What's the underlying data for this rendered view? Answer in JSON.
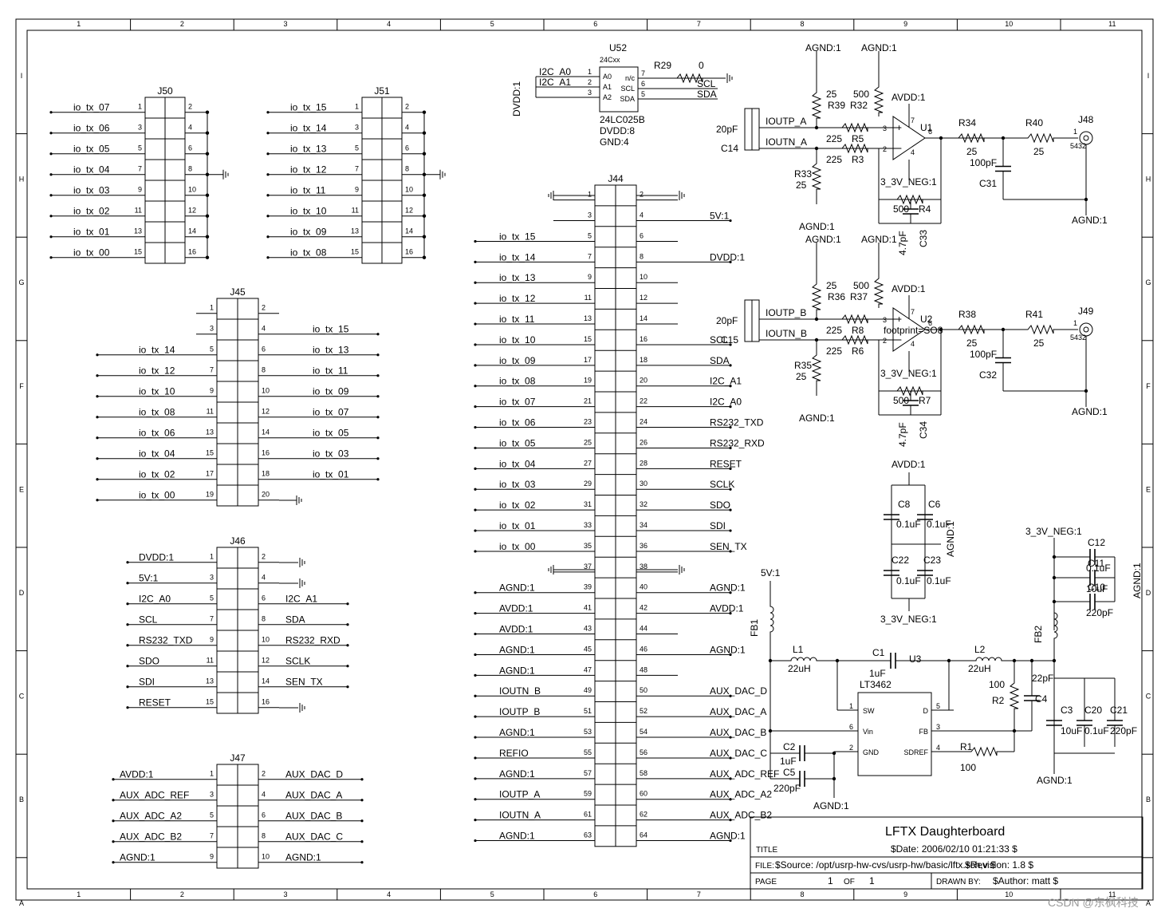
{
  "sheet": {
    "columns": [
      "1",
      "2",
      "3",
      "4",
      "5",
      "6",
      "7",
      "8",
      "9",
      "10",
      "11"
    ],
    "rows": [
      "I",
      "H",
      "G",
      "F",
      "E",
      "D",
      "C",
      "B",
      "A"
    ]
  },
  "title_block": {
    "title_caption": "TITLE",
    "board_name": "LFTX Daughterboard",
    "date": "$Date: 2006/02/10 01:21:33 $",
    "file_caption": "FILE:",
    "source": "$Source: /opt/usrp-hw-cvs/usrp-hw/basic/lftx.sch,v $",
    "revision": "$Revision: 1.8 $",
    "page_caption": "PAGE",
    "page": "1",
    "of_caption": "OF",
    "of": "1",
    "drawn_caption": "DRAWN BY:",
    "author": "$Author: matt $"
  },
  "watermark": "CSDN @东枫科技",
  "j50": {
    "name": "J50",
    "left_pins": [
      "1",
      "3",
      "5",
      "7",
      "9",
      "11",
      "13",
      "15"
    ],
    "right_pins": [
      "2",
      "4",
      "6",
      "8",
      "10",
      "12",
      "14",
      "16"
    ],
    "left_nets": [
      "io_tx_07",
      "io_tx_06",
      "io_tx_05",
      "io_tx_04",
      "io_tx_03",
      "io_tx_02",
      "io_tx_01",
      "io_tx_00"
    ]
  },
  "j51": {
    "name": "J51",
    "left_pins": [
      "1",
      "3",
      "5",
      "7",
      "9",
      "11",
      "13",
      "15"
    ],
    "right_pins": [
      "2",
      "4",
      "6",
      "8",
      "10",
      "12",
      "14",
      "16"
    ],
    "left_nets": [
      "io_tx_15",
      "io_tx_14",
      "io_tx_13",
      "io_tx_12",
      "io_tx_11",
      "io_tx_10",
      "io_tx_09",
      "io_tx_08"
    ]
  },
  "j45": {
    "name": "J45",
    "left_pins": [
      "1",
      "3",
      "5",
      "7",
      "9",
      "11",
      "13",
      "15",
      "17",
      "19"
    ],
    "right_pins": [
      "2",
      "4",
      "6",
      "8",
      "10",
      "12",
      "14",
      "16",
      "18",
      "20"
    ],
    "left_nets": [
      "",
      "",
      "io_tx_14",
      "io_tx_12",
      "io_tx_10",
      "io_tx_08",
      "io_tx_06",
      "io_tx_04",
      "io_tx_02",
      "io_tx_00"
    ],
    "right_nets": [
      "",
      "io_tx_15",
      "io_tx_13",
      "io_tx_11",
      "io_tx_09",
      "io_tx_07",
      "io_tx_05",
      "io_tx_03",
      "io_tx_01",
      ""
    ]
  },
  "j46": {
    "name": "J46",
    "left_pins": [
      "1",
      "3",
      "5",
      "7",
      "9",
      "11",
      "13",
      "15"
    ],
    "right_pins": [
      "2",
      "4",
      "6",
      "8",
      "10",
      "12",
      "14",
      "16"
    ],
    "left_nets": [
      "DVDD:1",
      "5V:1",
      "I2C_A0",
      "SCL",
      "RS232_TXD",
      "SDO",
      "SDI",
      "RESET"
    ],
    "right_nets": [
      "",
      "",
      "I2C_A1",
      "SDA",
      "RS232_RXD",
      "SCLK",
      "SEN_TX",
      ""
    ]
  },
  "j47": {
    "name": "J47",
    "left_pins": [
      "1",
      "3",
      "5",
      "7",
      "9"
    ],
    "right_pins": [
      "2",
      "4",
      "6",
      "8",
      "10"
    ],
    "left_nets": [
      "AVDD:1",
      "AUX_ADC_REF",
      "AUX_ADC_A2",
      "AUX_ADC_B2",
      "AGND:1"
    ],
    "right_nets": [
      "AUX_DAC_D",
      "AUX_DAC_A",
      "AUX_DAC_B",
      "AUX_DAC_C",
      "AGND:1"
    ]
  },
  "j44": {
    "name": "J44",
    "left_pins": [
      "1",
      "3",
      "5",
      "7",
      "9",
      "11",
      "13",
      "15",
      "17",
      "19",
      "21",
      "23",
      "25",
      "27",
      "29",
      "31",
      "33",
      "35",
      "37",
      "39",
      "41",
      "43",
      "45",
      "47",
      "49",
      "51",
      "53",
      "55",
      "57",
      "59",
      "61",
      "63"
    ],
    "right_pins": [
      "2",
      "4",
      "6",
      "8",
      "10",
      "12",
      "14",
      "16",
      "18",
      "20",
      "22",
      "24",
      "26",
      "28",
      "30",
      "32",
      "34",
      "36",
      "38",
      "40",
      "42",
      "44",
      "46",
      "48",
      "50",
      "52",
      "54",
      "56",
      "58",
      "60",
      "62",
      "64"
    ],
    "left_nets": [
      "",
      "",
      "io_tx_15",
      "io_tx_14",
      "io_tx_13",
      "io_tx_12",
      "io_tx_11",
      "io_tx_10",
      "io_tx_09",
      "io_tx_08",
      "io_tx_07",
      "io_tx_06",
      "io_tx_05",
      "io_tx_04",
      "io_tx_03",
      "io_tx_02",
      "io_tx_01",
      "io_tx_00",
      "",
      "AGND:1",
      "AVDD:1",
      "AVDD:1",
      "AGND:1",
      "AGND:1",
      "IOUTN_B",
      "IOUTP_B",
      "AGND:1",
      "REFIO",
      "AGND:1",
      "IOUTP_A",
      "IOUTN_A",
      "AGND:1"
    ],
    "right_nets": [
      "",
      "5V:1",
      "",
      "DVDD:1",
      "",
      "",
      "",
      "SCL",
      "SDA",
      "I2C_A1",
      "I2C_A0",
      "RS232_TXD",
      "RS232_RXD",
      "RESET",
      "SCLK",
      "SDO",
      "SDI",
      "SEN_TX",
      "",
      "AGND:1",
      "AVDD:1",
      "",
      "AGND:1",
      "",
      "AUX_DAC_D",
      "AUX_DAC_A",
      "AUX_DAC_B",
      "AUX_DAC_C",
      "AUX_ADC_REF",
      "AUX_ADC_A2",
      "AUX_ADC_B2",
      "AGND:1"
    ]
  },
  "u52": {
    "ref": "U52",
    "part": "24Cxx",
    "part_number": "24LC025B",
    "power1": "DVDD:8",
    "power2": "GND:4",
    "pins_left": [
      [
        "1",
        "A0",
        "I2C_A0"
      ],
      [
        "2",
        "A1",
        "I2C_A1"
      ],
      [
        "3",
        "A2",
        ""
      ]
    ],
    "pins_right": [
      [
        "7",
        "n/c",
        ""
      ],
      [
        "6",
        "SCL",
        "SCL"
      ],
      [
        "5",
        "SDA",
        "SDA"
      ]
    ],
    "supply": "DVDD:1",
    "r29": "R29",
    "r29_val": "0"
  },
  "chan_a": {
    "opamp": "U1",
    "agnd": "AGND:1",
    "avdd": "AVDD:1",
    "vneg": "3_3V_NEG:1",
    "cap_in": "20pF",
    "cap_in_ref": "C14",
    "net_p": "IOUTP_A",
    "net_n": "IOUTN_A",
    "r_top1": "R39",
    "r_top1_val": "25",
    "r_top2": "R32",
    "r_top2_val": "500",
    "r_p": "R5",
    "r_p_val": "225",
    "r_n": "R3",
    "r_n_val": "225",
    "r_bot": "R33",
    "r_bot_val": "25",
    "r_fb": "R4",
    "r_fb_val": "500",
    "c_fb": "C33",
    "c_fb_val": "4.7pF",
    "r_o1": "R34",
    "r_o1_val": "25",
    "r_o2": "R40",
    "r_o2_val": "25",
    "c_o": "C31",
    "c_o_val": "100pF",
    "conn": "J48",
    "conn_part": "5432",
    "pins": [
      "3",
      "2",
      "7",
      "4",
      "6"
    ],
    "footprint": ""
  },
  "chan_b": {
    "opamp": "U2",
    "agnd": "AGND:1",
    "avdd": "AVDD:1",
    "vneg": "3_3V_NEG:1",
    "cap_in": "20pF",
    "cap_in_ref": "C15",
    "net_p": "IOUTP_B",
    "net_n": "IOUTN_B",
    "r_top1": "R36",
    "r_top1_val": "25",
    "r_top2": "R37",
    "r_top2_val": "500",
    "r_p": "R8",
    "r_p_val": "225",
    "r_n": "R6",
    "r_n_val": "225",
    "r_bot": "R35",
    "r_bot_val": "25",
    "r_fb": "R7",
    "r_fb_val": "500",
    "c_fb": "C34",
    "c_fb_val": "4.7pF",
    "r_o1": "R38",
    "r_o1_val": "25",
    "r_o2": "R41",
    "r_o2_val": "25",
    "c_o": "C32",
    "c_o_val": "100pF",
    "conn": "J49",
    "conn_part": "5432",
    "pins": [
      "3",
      "2",
      "7",
      "4",
      "6"
    ],
    "footprint": "footprint=SO8"
  },
  "decoupling": {
    "avdd": "AVDD:1",
    "vneg": "3_3V_NEG:1",
    "agnd": "AGND:1",
    "caps": [
      [
        "C8",
        "0.1uF"
      ],
      [
        "C6",
        "0.1uF"
      ],
      [
        "C22",
        "0.1uF"
      ],
      [
        "C23",
        "0.1uF"
      ]
    ],
    "neg_caps": [
      [
        "C12",
        "0.1uF"
      ],
      [
        "C11",
        "10uF"
      ],
      [
        "C10",
        "220pF"
      ]
    ],
    "neg_gnd": "AGND:1"
  },
  "supply": {
    "in_net": "5V:1",
    "fb1": "FB1",
    "fb2": "FB2",
    "l1": "L1",
    "l1_val": "22uH",
    "l2": "L2",
    "l2_val": "22uH",
    "c1": "C1",
    "c1_val": "1uF",
    "u3": "U3",
    "u3_part": "LT3462",
    "u3_pins": [
      [
        "1",
        "SW"
      ],
      [
        "6",
        "Vin"
      ],
      [
        "2",
        "GND"
      ],
      [
        "5",
        "D"
      ],
      [
        "3",
        "FB"
      ],
      [
        "4",
        "SDREF"
      ]
    ],
    "c2": "C2",
    "c2_val": "1uF",
    "c5": "C5",
    "c5_val": "220pF",
    "r1": "R1",
    "r1_val": "100",
    "r2": "R2",
    "r2_val": "100",
    "c4": "C4",
    "c4_val": "22pF",
    "out_caps": [
      [
        "C3",
        "10uF"
      ],
      [
        "C20",
        "0.1uF"
      ],
      [
        "C21",
        "220pF"
      ]
    ],
    "agnd": "AGND:1"
  }
}
